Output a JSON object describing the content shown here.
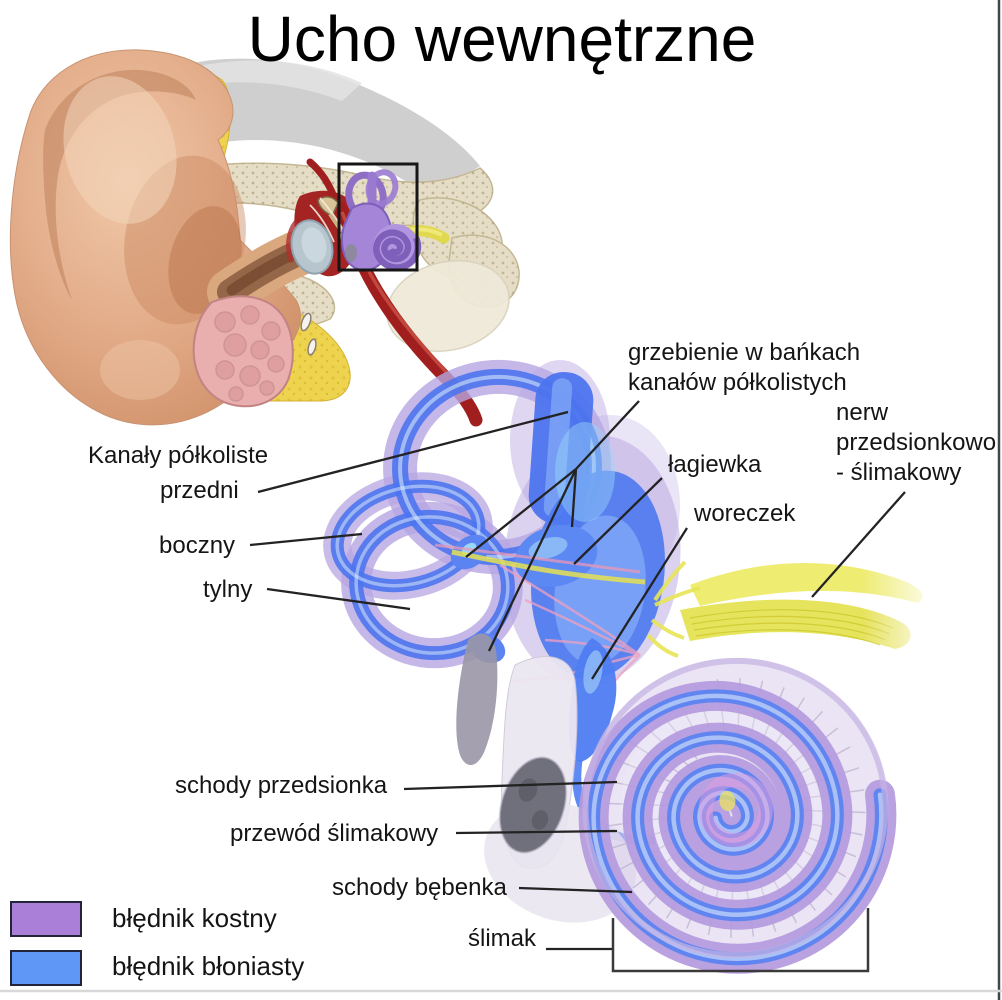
{
  "title": "Ucho wewnętrzne",
  "labels": {
    "crista": {
      "line1": "grzebienie w bańkach",
      "line2": "kanałów półkolistych"
    },
    "nerve": {
      "line1": "nerw",
      "line2": "przedsionkowo",
      "line3": "- ślimakowy"
    },
    "canals_group": "Kanały półkoliste",
    "canal_anterior": "przedni",
    "canal_lateral": "boczny",
    "canal_posterior": "tylny",
    "utricle": "łagiewka",
    "saccule": "woreczek",
    "scala_vestibuli": "schody przedsionka",
    "cochlear_duct": "przewód ślimakowy",
    "scala_tympani": "schody bębenka",
    "cochlea": "ślimak"
  },
  "legend": {
    "items": [
      {
        "label": "błędnik kostny",
        "color": "#a97fd8"
      },
      {
        "label": "błędnik błoniasty",
        "color": "#5e97f5"
      }
    ]
  },
  "colors": {
    "bony_labyrinth": "#a97fd8",
    "membranous_labyrinth": "#5e97f5",
    "nerve_yellow": "#e6e34e"
  }
}
